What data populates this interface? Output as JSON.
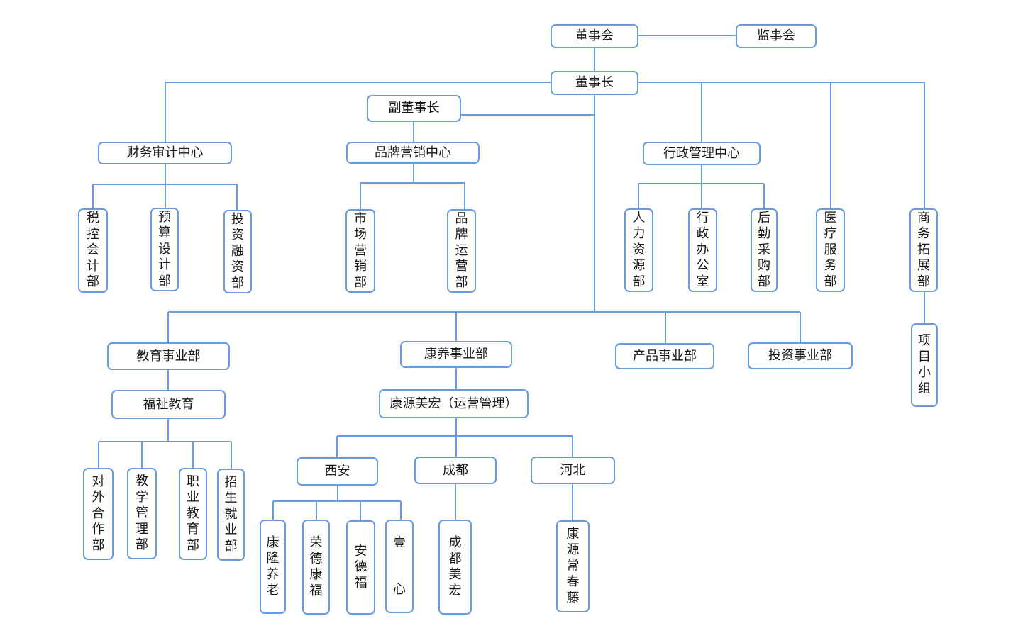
{
  "title": "组织架构图",
  "colors": {
    "line": "#6a9be0",
    "border": "#6a9be0",
    "text": "#1a1a1a",
    "background": "#ffffff"
  },
  "nodes": {
    "board": "董事会",
    "supervisory_board": "监事会",
    "chairman": "董事长",
    "vice_chairman": "副董事长",
    "finance_audit_center": "财务审计中心",
    "tax_accounting_dept": "税控会计部",
    "budget_design_dept": "预算设计部",
    "investment_financing_dept": "投资融资部",
    "brand_marketing_center": "品牌营销中心",
    "market_marketing_dept": "市场营销部",
    "brand_operations_dept": "品牌运营部",
    "admin_management_center": "行政管理中心",
    "hr_dept": "人力资源部",
    "admin_office": "行政办公室",
    "logistics_purchasing_dept": "后勤采购部",
    "medical_service_dept": "医疗服务部",
    "business_development_dept": "商务拓展部",
    "project_team": "项目小组",
    "education_division": "教育事业部",
    "fuzhi_education": "福祉教育",
    "external_cooperation_dept": "对外合作部",
    "teaching_management_dept": "教学管理部",
    "vocational_education_dept": "职业教育部",
    "admissions_employment_dept": "招生就业部",
    "wellness_division": "康养事业部",
    "kangyuan_meihong": "康源美宏（运营管理）",
    "xian": "西安",
    "chengdu": "成都",
    "hebei": "河北",
    "kanglong_elderly_care": "康隆养老",
    "rongde_kangfu": "荣德康福",
    "ande_fu": "安德福",
    "yixin": "壹　心",
    "chengdu_meihong": "成都美宏",
    "kangyuan_changchunteng": "康源常春藤",
    "product_division": "产品事业部",
    "investment_division": "投资事业部"
  }
}
